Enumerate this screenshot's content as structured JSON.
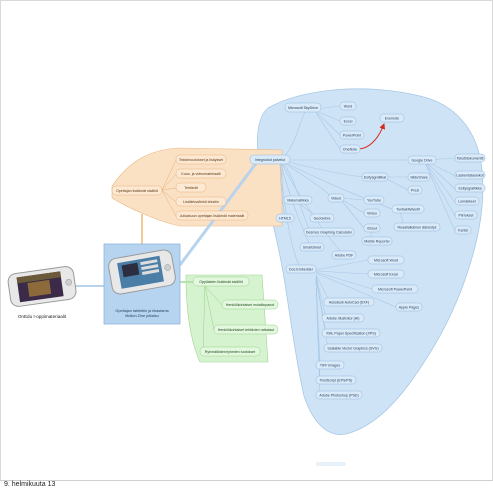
{
  "footer": {
    "date": "9. helmikuuta 13"
  },
  "left_phone_label": "OnEdu I-oppimateriaalit",
  "center_label": "Opettajan tablettiin ja rikastama Motion Zine julkaisu",
  "orange": {
    "title": "Opettajan lisäämät sisällöt",
    "items": [
      "Tekstimuutokset ja lisäykset",
      "Kuva- ja videomateriaalit",
      "Tehtävät",
      "Lisätietoa/linkit tekstiin",
      "Julkaisuun opettajan lisäämät materiaalit"
    ]
  },
  "green": {
    "title": "Oppilaiden lisäämät sisällöt",
    "items": [
      "Henkilökohtaiset muistiinpanot",
      "Henkilökohtaiset tehtävien ratkaisut",
      "Ryhmätöiden/ryhmien tuotokset"
    ]
  },
  "blue": {
    "root": "Integroidut palvelut",
    "skydrive": {
      "label": "Microsoft SkyDrive",
      "children": [
        "Word",
        "Excel",
        "PowerPoint",
        "OneNote"
      ]
    },
    "evernote": "Evernote",
    "google": {
      "label": "Google Drive",
      "children": [
        "Tekstidokumentti",
        "Laskentataulukot",
        "Esitysgrafiikka",
        "Lomakkeet",
        "Piirrokset",
        "Kartat"
      ]
    },
    "esitysgrafiikat": {
      "label": "Esitysgrafiikat",
      "children": [
        "SlideShare",
        "Prezi"
      ]
    },
    "matematiikka": {
      "label": "Matematiikka",
      "children": [
        "GeoGebra",
        "Desmos Graphing Calculator"
      ]
    },
    "html5": "HTML5",
    "video": {
      "label": "Videot",
      "children": [
        "YouTube",
        "Vimeo",
        "iCloud"
      ]
    },
    "tuntiaktiviteetit": {
      "label": "Tuntiaktiviteetit",
      "children": [
        "Reaaliaikainen äänestys",
        "Mobile Reporter"
      ]
    },
    "smartsheet": "Smartsheet",
    "adobe_pdf": "Adobe PDF",
    "doc_embedder": {
      "label": "Doc Embedder",
      "children": [
        "Microsoft Word",
        "Microsoft Excel",
        "Microsoft PowerPoint",
        "Apple Pages",
        "Autodesk AutoCad (DXF)",
        "Adobe Illustrator (AI)",
        "XML Paper Specification (XPS)",
        "Scalable Vector Graphics (SVG)",
        "TIFF Images",
        "PostScript (EPS/PS)",
        "Adobe Photoshop (PSD)"
      ]
    }
  },
  "colors": {
    "blue_region": "#cfe3f6",
    "blue_node": "#dbeaf8",
    "blue_stroke": "#8fb7dc",
    "orange_region": "#fbe1c4",
    "orange_node": "#fde9d3",
    "orange_stroke": "#e8b07a",
    "green_region": "#d6f3cf",
    "green_node": "#e3f8de",
    "green_stroke": "#96d18a",
    "center_box": "#b6d4f0",
    "arrow_red": "#d62a1e"
  },
  "icons": {
    "left_phone": "smartphone-icon",
    "center_phone": "smartphone-icon"
  }
}
